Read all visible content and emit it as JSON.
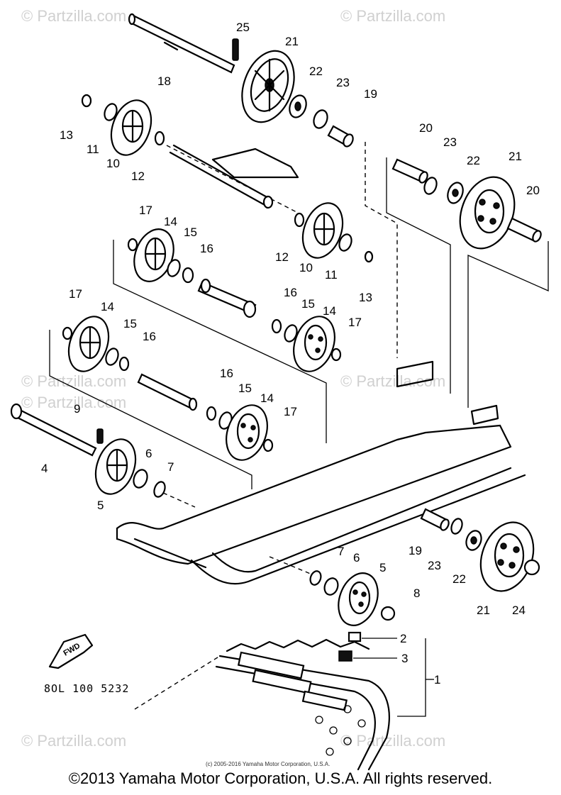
{
  "watermarks": [
    "© Partzilla.com",
    "© Partzilla.com",
    "© Partzilla.com",
    "© Partzilla.com",
    "© Partzilla.com",
    "© Partzilla.com",
    "© Partzilla.com"
  ],
  "callouts": [
    {
      "id": "25",
      "label": "25"
    },
    {
      "id": "21a",
      "label": "21"
    },
    {
      "id": "18",
      "label": "18"
    },
    {
      "id": "22a",
      "label": "22"
    },
    {
      "id": "23a",
      "label": "23"
    },
    {
      "id": "19a",
      "label": "19"
    },
    {
      "id": "13a",
      "label": "13"
    },
    {
      "id": "11a",
      "label": "11"
    },
    {
      "id": "10a",
      "label": "10"
    },
    {
      "id": "12a",
      "label": "12"
    },
    {
      "id": "20a",
      "label": "20"
    },
    {
      "id": "23b",
      "label": "23"
    },
    {
      "id": "22b",
      "label": "22"
    },
    {
      "id": "21b",
      "label": "21"
    },
    {
      "id": "20b",
      "label": "20"
    },
    {
      "id": "17a",
      "label": "17"
    },
    {
      "id": "14a",
      "label": "14"
    },
    {
      "id": "15a",
      "label": "15"
    },
    {
      "id": "16a",
      "label": "16"
    },
    {
      "id": "12b",
      "label": "12"
    },
    {
      "id": "10b",
      "label": "10"
    },
    {
      "id": "11b",
      "label": "11"
    },
    {
      "id": "13b",
      "label": "13"
    },
    {
      "id": "17b",
      "label": "17"
    },
    {
      "id": "14b",
      "label": "14"
    },
    {
      "id": "15b",
      "label": "15"
    },
    {
      "id": "16b",
      "label": "16"
    },
    {
      "id": "16c",
      "label": "16"
    },
    {
      "id": "15c",
      "label": "15"
    },
    {
      "id": "14c",
      "label": "14"
    },
    {
      "id": "17c",
      "label": "17"
    },
    {
      "id": "16d",
      "label": "16"
    },
    {
      "id": "15d",
      "label": "15"
    },
    {
      "id": "14d",
      "label": "14"
    },
    {
      "id": "17d",
      "label": "17"
    },
    {
      "id": "9",
      "label": "9"
    },
    {
      "id": "4",
      "label": "4"
    },
    {
      "id": "6a",
      "label": "6"
    },
    {
      "id": "7a",
      "label": "7"
    },
    {
      "id": "5a",
      "label": "5"
    },
    {
      "id": "19b",
      "label": "19"
    },
    {
      "id": "23c",
      "label": "23"
    },
    {
      "id": "22c",
      "label": "22"
    },
    {
      "id": "21c",
      "label": "21"
    },
    {
      "id": "24",
      "label": "24"
    },
    {
      "id": "7b",
      "label": "7"
    },
    {
      "id": "6b",
      "label": "6"
    },
    {
      "id": "5b",
      "label": "5"
    },
    {
      "id": "8",
      "label": "8"
    },
    {
      "id": "2",
      "label": "2"
    },
    {
      "id": "3",
      "label": "3"
    },
    {
      "id": "1",
      "label": "1"
    }
  ],
  "fwd_label": "FWD",
  "part_code": "8OL 100 5232",
  "inline_copyright": "(c) 2005-2016 Yamaha Motor Corporation, U.S.A.",
  "footer": "©2013 Yamaha Motor Corporation, U.S.A. All rights reserved."
}
